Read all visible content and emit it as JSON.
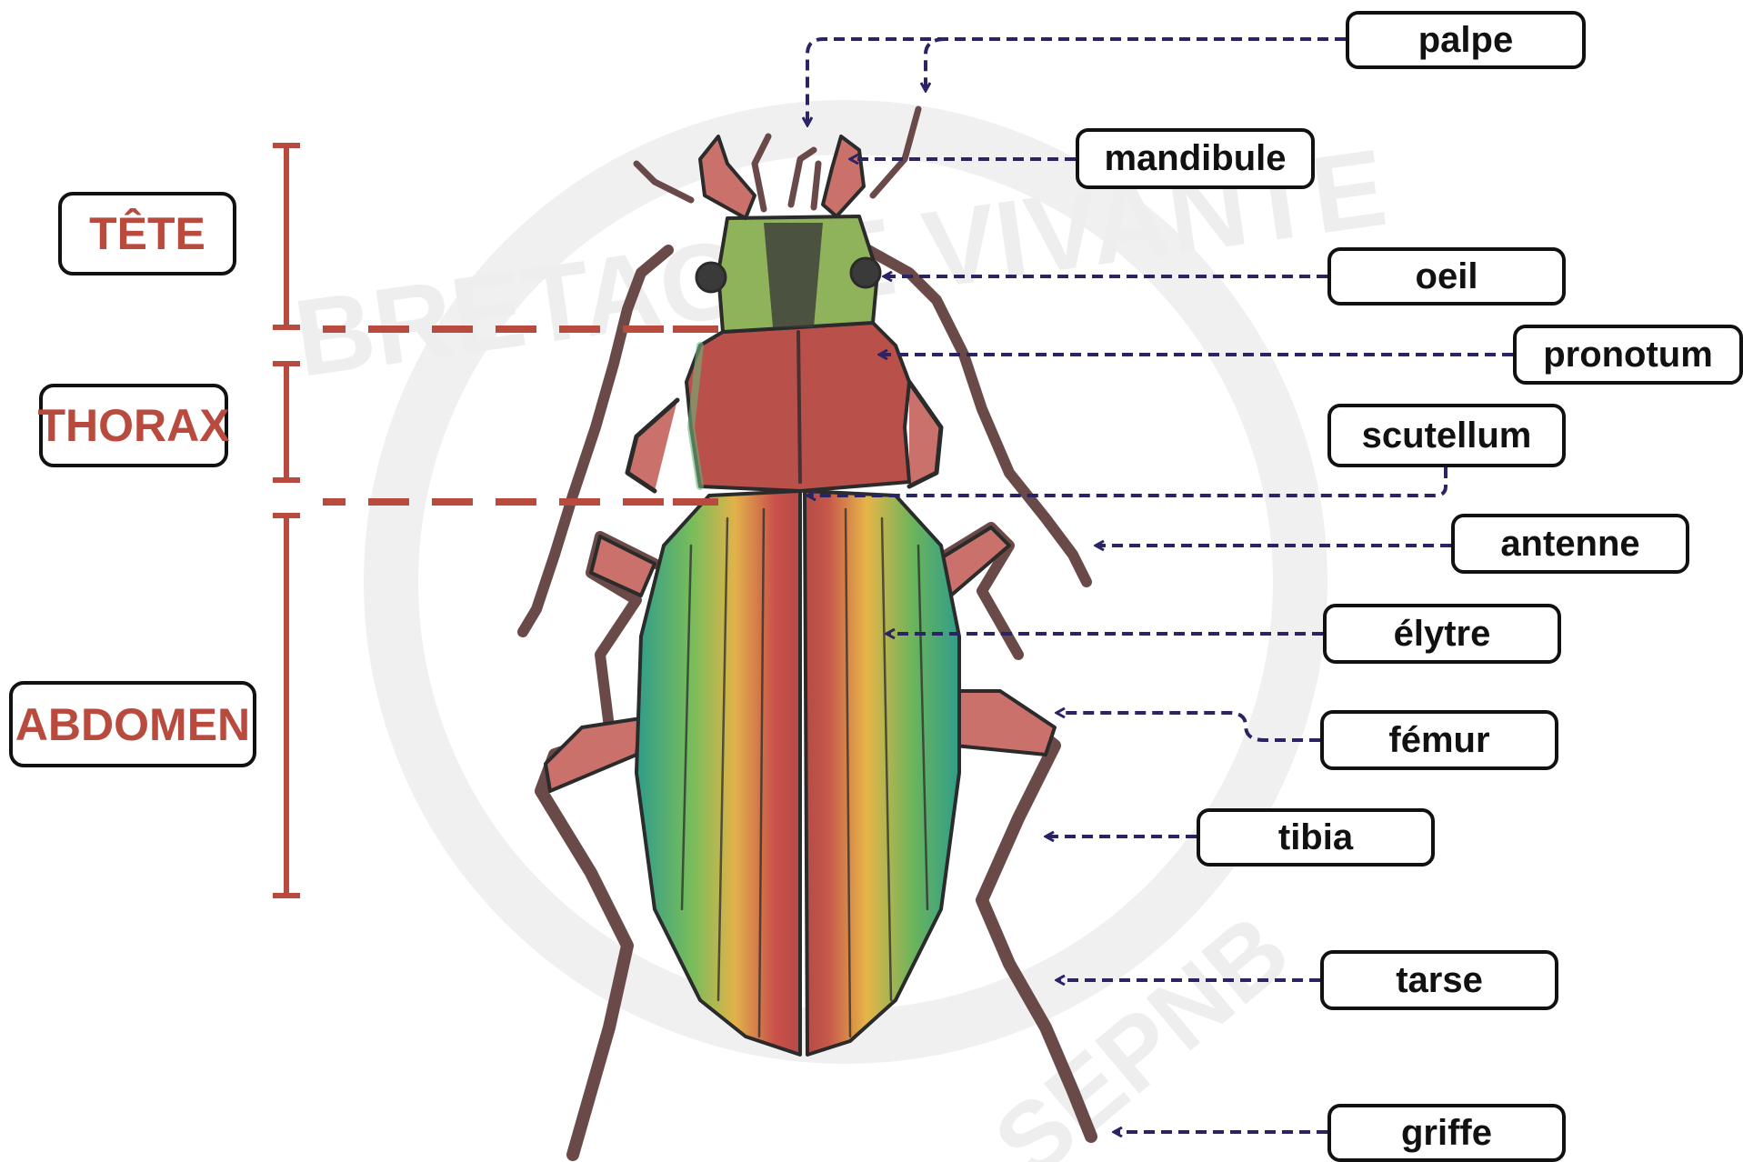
{
  "colors": {
    "region": "#b84a3e",
    "pointer": "#2a2465",
    "outline": "#111111",
    "watermark": "#ececec"
  },
  "regions": [
    {
      "id": "tete",
      "label": "TÊTE"
    },
    {
      "id": "thorax",
      "label": "THORAX"
    },
    {
      "id": "abdomen",
      "label": "ABDOMEN"
    }
  ],
  "parts": [
    {
      "id": "palpe",
      "label": "palpe"
    },
    {
      "id": "mandibule",
      "label": "mandibule"
    },
    {
      "id": "oeil",
      "label": "oeil"
    },
    {
      "id": "pronotum",
      "label": "pronotum"
    },
    {
      "id": "scutellum",
      "label": "scutellum"
    },
    {
      "id": "antenne",
      "label": "antenne"
    },
    {
      "id": "elytre",
      "label": "élytre"
    },
    {
      "id": "femur",
      "label": "fémur"
    },
    {
      "id": "tibia",
      "label": "tibia"
    },
    {
      "id": "tarse",
      "label": "tarse"
    },
    {
      "id": "griffe",
      "label": "griffe"
    }
  ],
  "watermark": {
    "top_text": "BRETAGNE VIVANTE",
    "bottom_text": "SEPNB"
  }
}
